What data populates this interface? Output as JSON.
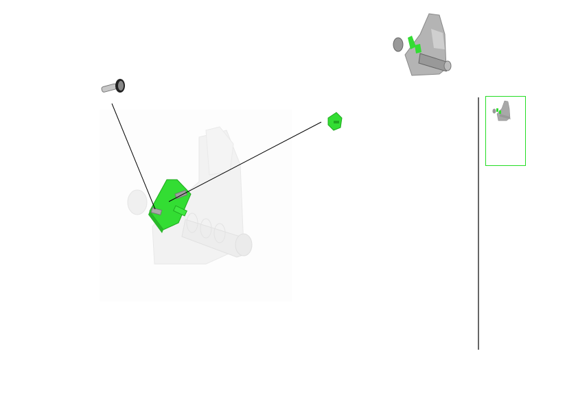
{
  "colors": {
    "highlight_part": "#33dd33",
    "ghost_assembly": "#f0f0f0",
    "assembled_gray": "#a8a8a8",
    "leader_line": "#000000",
    "thumbnail_frame": "#22dd22"
  },
  "icons": {
    "screw": "screw-part",
    "bracket": "green-bracket-part",
    "small_clip": "green-clip-part"
  }
}
